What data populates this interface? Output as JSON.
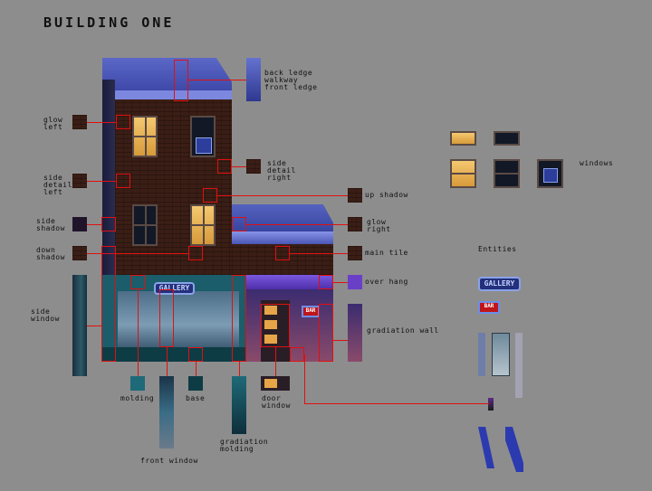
{
  "title": "BUILDING ONE",
  "labels": {
    "back_ledge": "back ledge\nwalkway\nfront ledge",
    "glow_left": "glow\nleft",
    "side_detail_left": "side\ndetail\nleft",
    "side_shadow": "side\nshadow",
    "down_shadow": "down\nshadow",
    "side_window": "side\nwindow",
    "side_detail_right": "side\ndetail\nright",
    "up_shadow": "up shadow",
    "glow_right": "glow\nright",
    "main_tile": "main tile",
    "over_hang": "over hang",
    "gradiation_wall": "gradiation wall",
    "molding": "molding",
    "base": "base",
    "front_window": "front window",
    "gradiation_molding": "gradiation\nmolding",
    "door_window": "door\nwindow",
    "windows": "windows",
    "entities": "Entities"
  },
  "signs": {
    "gallery": "GALLERY",
    "neon": "BAR"
  },
  "colors": {
    "background": "#8d8d8d",
    "brick": "#3a1e16",
    "roof": "#3d4aa8",
    "highlight_line": "#e01010",
    "storefront": "#1f6a78",
    "overhang": "#6a3fc8"
  }
}
